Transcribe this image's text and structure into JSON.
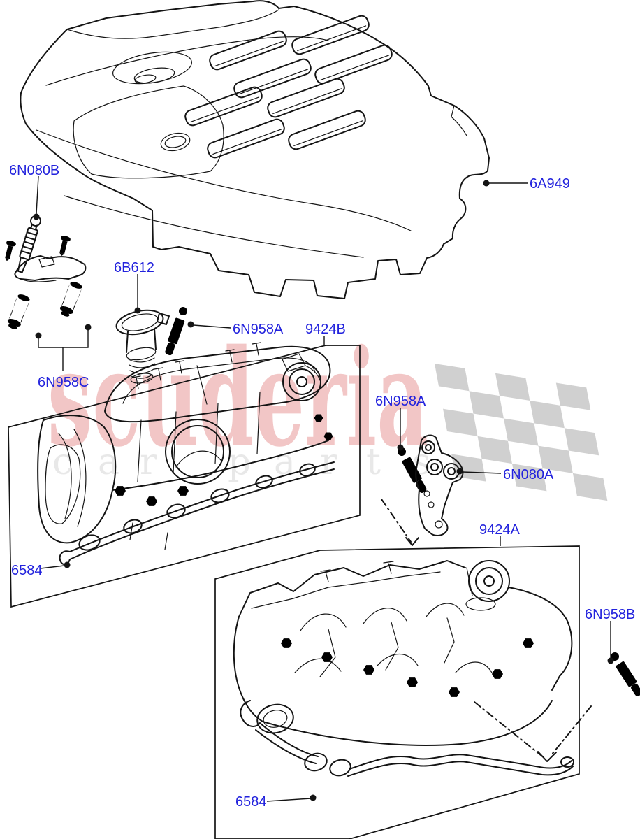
{
  "colors": {
    "label_blue": "#2222dd",
    "line_ink": "#141414",
    "watermark_pink": "#e89999",
    "watermark_letter_gray": "#e8e8e8",
    "flag_gray": "#cdcdcd",
    "background": "#ffffff"
  },
  "watermark": {
    "brand": "scuderia",
    "word1": "car",
    "word2": "parts"
  },
  "labels": [
    {
      "id": "6N080B",
      "text": "6N080B"
    },
    {
      "id": "6A949",
      "text": "6A949"
    },
    {
      "id": "6B612",
      "text": "6B612"
    },
    {
      "id": "6N958A-upper",
      "text": "6N958A"
    },
    {
      "id": "9424B",
      "text": "9424B"
    },
    {
      "id": "6N958C",
      "text": "6N958C"
    },
    {
      "id": "6N958A-right",
      "text": "6N958A"
    },
    {
      "id": "6N080A",
      "text": "6N080A"
    },
    {
      "id": "9424A",
      "text": "9424A"
    },
    {
      "id": "6584-upper",
      "text": "6584"
    },
    {
      "id": "6N958B",
      "text": "6N958B"
    },
    {
      "id": "6584-lower",
      "text": "6584"
    }
  ]
}
